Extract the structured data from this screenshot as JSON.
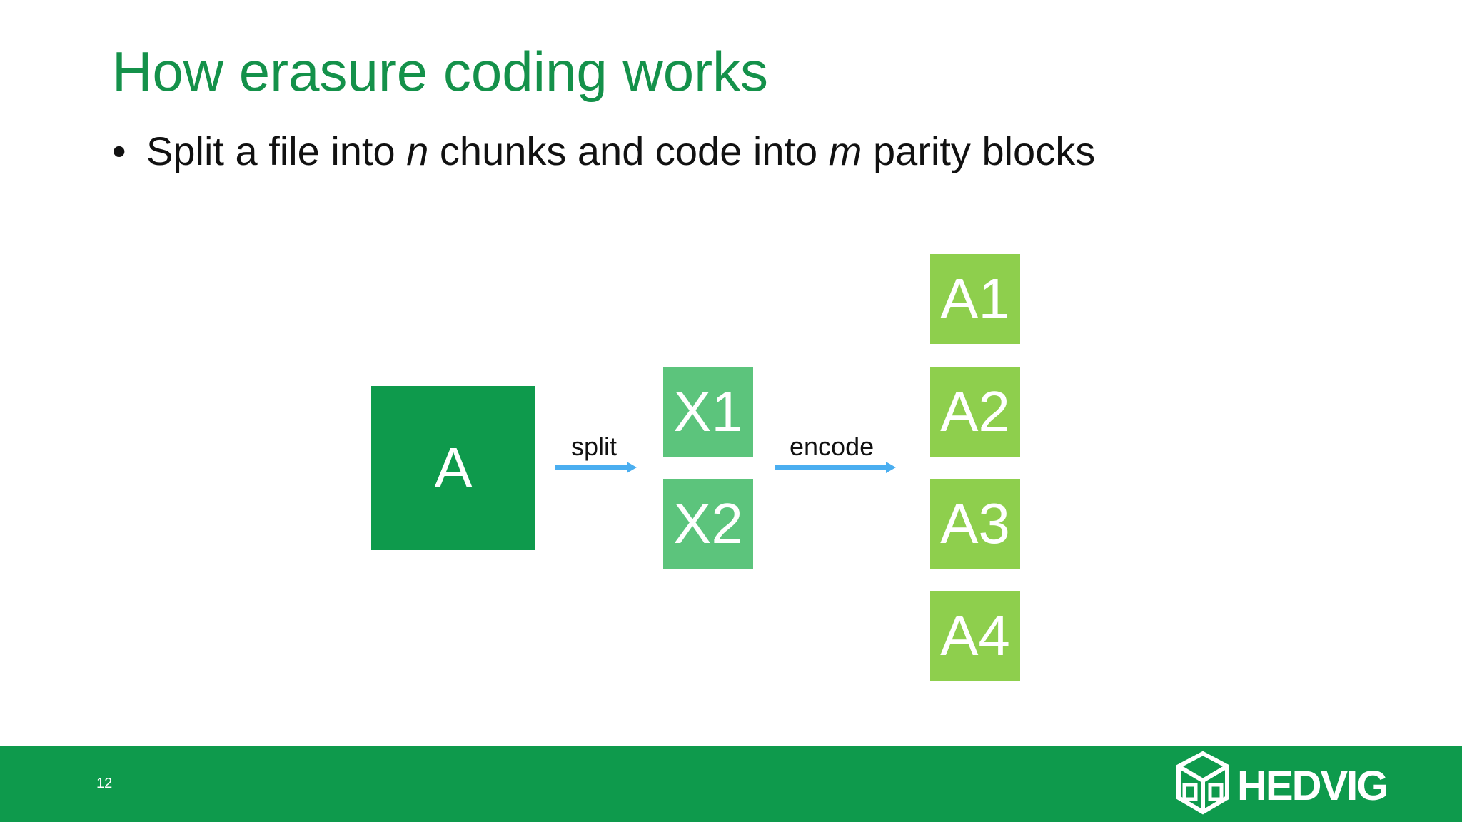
{
  "slide": {
    "title": "How erasure coding works",
    "bullet": {
      "marker": "•",
      "text_before_n": "Split a file into ",
      "n": "n",
      "text_middle": " chunks and code into ",
      "m": "m",
      "text_after_m": " parity blocks"
    }
  },
  "diagram": {
    "source_label": "A",
    "split_label": "split",
    "encode_label": "encode",
    "chunks": [
      "X1",
      "X2"
    ],
    "encoded": [
      "A1",
      "A2",
      "A3",
      "A4"
    ],
    "colors": {
      "source": "#0e9a4c",
      "chunk": "#5cc47c",
      "encoded": "#8ecf4d",
      "arrow": "#4aaef0"
    }
  },
  "footer": {
    "page_number": "12",
    "logo_text": "HEDVIG"
  }
}
